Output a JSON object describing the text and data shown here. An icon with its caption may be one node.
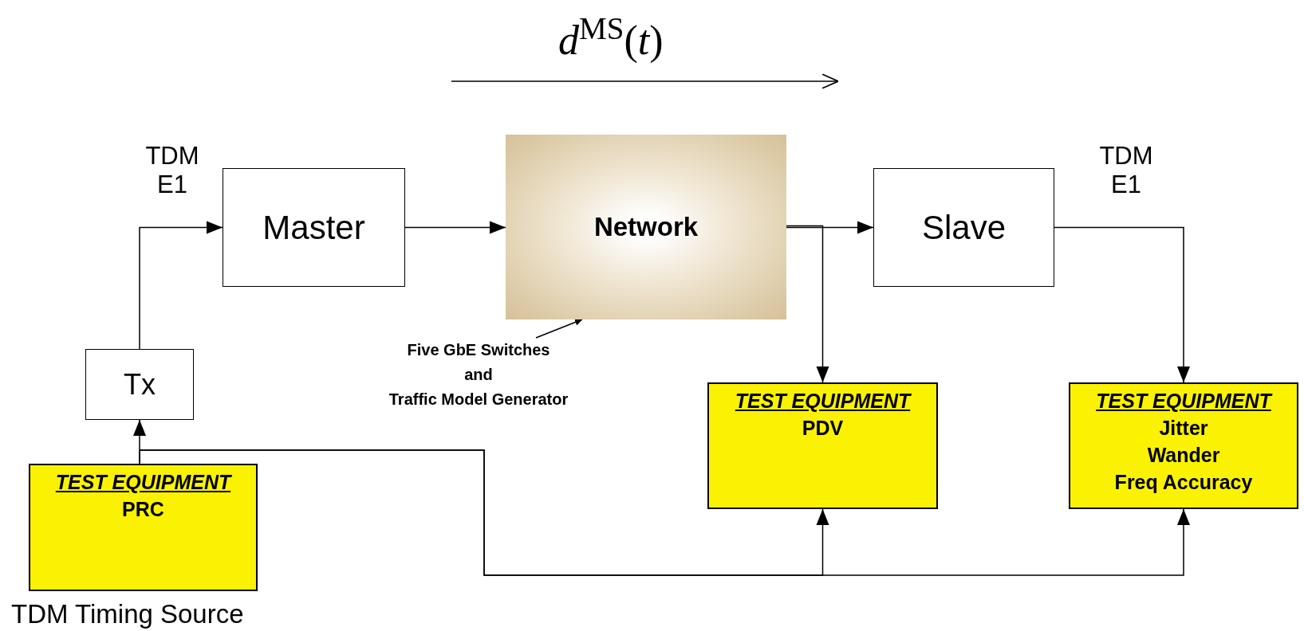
{
  "diagram": {
    "nodes": [
      {
        "text": [
          "Master"
        ]
      },
      {
        "text": [
          "Network"
        ]
      },
      {
        "text": [
          "Slave"
        ]
      },
      {
        "text": [
          "Tx"
        ]
      },
      {
        "text": [
          "TEST EQUIPMENT",
          "PRC"
        ],
        "beside": [
          "TDM Timing Source"
        ]
      },
      {
        "text": [
          "TEST EQUIPMENT",
          "PDV"
        ]
      },
      {
        "text": [
          "TEST EQUIPMENT",
          "Jitter",
          "Wander",
          "Freq Accuracy"
        ]
      },
      {
        "text": [
          "Five GbE Switches",
          "and",
          "Traffic Model Generator"
        ]
      }
    ],
    "edges": [
      {
        "from": 3,
        "to": 0,
        "arrow": "to"
      },
      {
        "from": 0,
        "to": 1,
        "arrow": "to"
      },
      {
        "from": 1,
        "to": 2,
        "arrow": "to"
      },
      {
        "from": 1,
        "to": 5,
        "arrow": "to"
      },
      {
        "from": 2,
        "to": 6,
        "arrow": "to"
      },
      {
        "from": 4,
        "to": 3,
        "arrow": "to"
      },
      {
        "from": 4,
        "to": 5,
        "arrow": "to"
      },
      {
        "from": 4,
        "to": 6,
        "arrow": "to"
      },
      {
        "from": 7,
        "to": 1,
        "arrow": "to"
      }
    ],
    "labels": [
      "*d*$^{MS}$(*t*)",
      "TDM E1",
      "TDM E1"
    ]
  }
}
